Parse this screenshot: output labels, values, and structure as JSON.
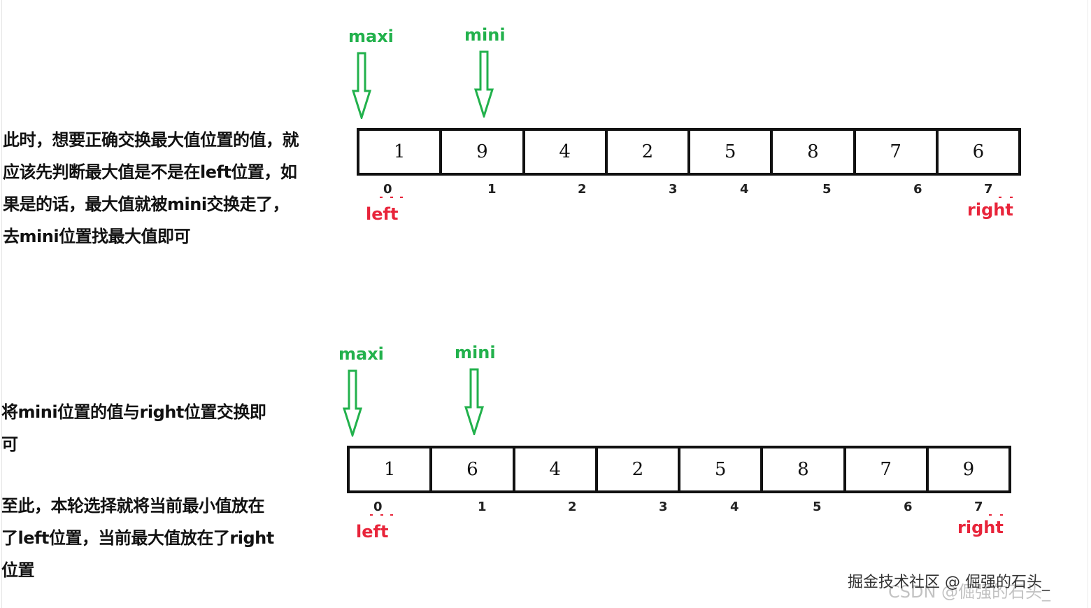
{
  "panels": [
    {
      "description": [
        "此时，想要正确交换最大值位置的值，就",
        "应该先判断最大值是不是在left位置，如",
        "果是的话，最大值就被mini交换走了，",
        "去mini位置找最大值即可"
      ],
      "pointers": {
        "maxi": "maxi",
        "mini": "mini"
      },
      "values": [
        "1",
        "9",
        "4",
        "2",
        "5",
        "8",
        "7",
        "6"
      ],
      "indices": [
        "0",
        "1",
        "2",
        "3",
        "4",
        "5",
        "6",
        "7"
      ],
      "left_label": "left",
      "right_label": "right"
    },
    {
      "description_a": [
        "将mini位置的值与right位置交换即",
        "可"
      ],
      "description_b": [
        "至此，本轮选择就将当前最小值放在",
        "了left位置，当前最大值放在了right",
        "位置"
      ],
      "pointers": {
        "maxi": "maxi",
        "mini": "mini"
      },
      "values": [
        "1",
        "6",
        "4",
        "2",
        "5",
        "8",
        "7",
        "9"
      ],
      "indices": [
        "0",
        "1",
        "2",
        "3",
        "4",
        "5",
        "6",
        "7"
      ],
      "left_label": "left",
      "right_label": "right"
    }
  ],
  "watermark": {
    "primary": "掘金技术社区 @ 倔强的石头_",
    "secondary": "CSDN @倔强的石头_"
  },
  "colors": {
    "pointer": "#22b14c",
    "marker": "#e8243a",
    "border": "#111111"
  },
  "icons": [
    "down-arrow-icon"
  ]
}
